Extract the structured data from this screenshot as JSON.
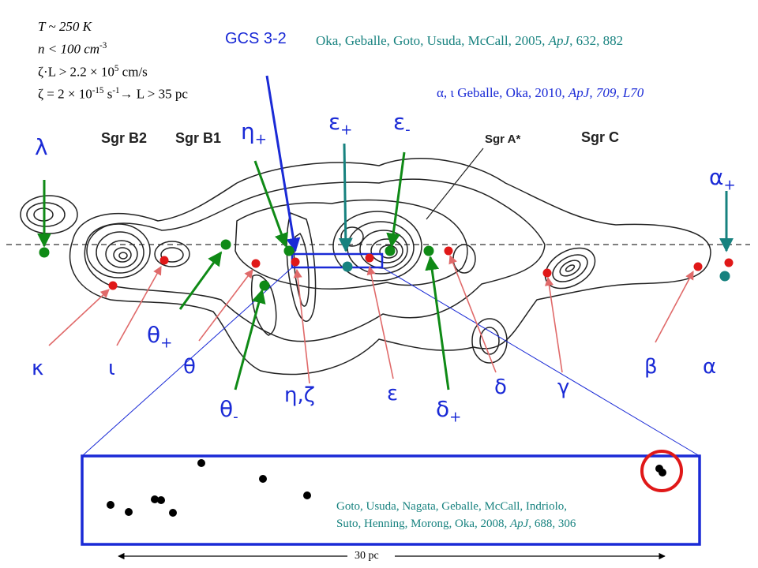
{
  "params": {
    "line1": "T ~ 250 K",
    "line2_main": "n < 100 cm",
    "line2_sup": "-3",
    "line3_main": "ζ·L > 2.2 × 10",
    "line3_sup": "5",
    "line3_tail": " cm/s",
    "line4_a": "ζ = 2 × 10",
    "line4_sup1": "-15",
    "line4_b": " s",
    "line4_sup2": "-1",
    "line4_c": "→ L > 35 pc"
  },
  "refs": {
    "gcs": "GCS 3-2",
    "oka2005_authors": "Oka, Geballe, Goto, Usuda, McCall, 2005, ",
    "oka2005_journal": "ApJ",
    "oka2005_tail": ", 632, 882",
    "geballe2010_sym": "α, ι",
    "geballe2010_authors": " Geballe, Oka, 2010, ",
    "geballe2010_journal": "ApJ, 709, L70",
    "goto2008_line1": "Goto, Usuda, Nagata, Geballe, McCall, Indriolo,",
    "goto2008_line2a": "Suto, Henning, Morong, Oka, 2008, ",
    "goto2008_journal": "ApJ",
    "goto2008_tail": ", 688, 306"
  },
  "map_labels": {
    "sgr_b2": "Sgr B2",
    "sgr_b1": "Sgr B1",
    "sgr_a": "Sgr A*",
    "sgr_c": "Sgr C"
  },
  "sightlines": {
    "lambda": "λ",
    "eta_plus": "η",
    "eps_plus": "ε",
    "eps_minus": "ε",
    "alpha_plus": "α",
    "theta_plus": "θ",
    "theta_minus": "θ",
    "delta_plus": "δ",
    "plus": "+",
    "minus": "-",
    "kappa": "κ",
    "iota": "ι",
    "theta": "θ",
    "eta_zeta": "η,ζ",
    "epsilon": "ε",
    "delta": "δ",
    "gamma": "γ",
    "beta": "β",
    "alpha": "α"
  },
  "scale_bar": "30 pc",
  "colors": {
    "green": "#0f8a16",
    "red": "#e01818",
    "teal": "#17827f",
    "blue": "#1a2ad6",
    "arrow_red": "#e06a6a",
    "contour": "#222222"
  }
}
